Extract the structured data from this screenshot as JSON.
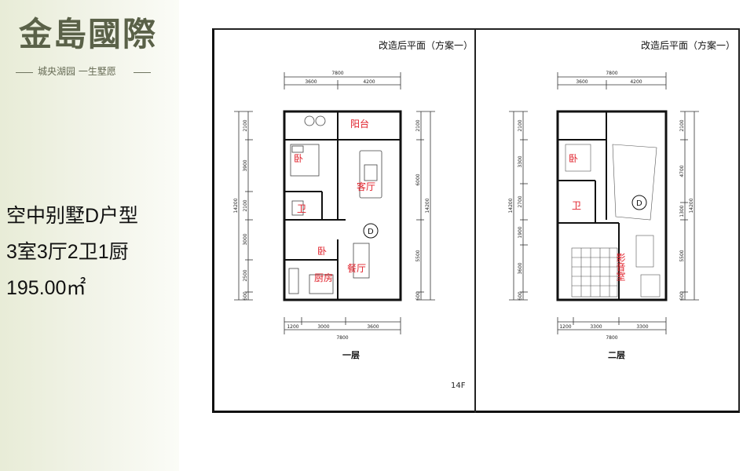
{
  "brand": {
    "logo_text": "金島國際",
    "slogan": "城央湖园 一生墅愿"
  },
  "unit": {
    "name": "空中别墅D户型",
    "layout": "3室3厅2卫1厨",
    "area": "195.00㎡"
  },
  "plans": [
    {
      "title": "改造后平面（方案一）",
      "floor": "一层",
      "top_dims": {
        "total": "7800",
        "parts": [
          "3600",
          "4200"
        ]
      },
      "bottom_dims": {
        "total": "7800",
        "parts": [
          "1200",
          "3000",
          "3600"
        ]
      },
      "left_dims": {
        "total": "14200",
        "parts": [
          "2100",
          "3900",
          "2100",
          "3000",
          "2500",
          "600"
        ]
      },
      "right_dims": {
        "total": "14200",
        "parts": [
          "2100",
          "6000",
          "5500",
          "600"
        ]
      },
      "rooms": [
        "阳台",
        "卧",
        "客厅",
        "卫",
        "卧",
        "厨房",
        "餐厅"
      ],
      "entry_symbol": "D",
      "code": "14F"
    },
    {
      "title": "改造后平面（方案一）",
      "floor": "二层",
      "top_dims": {
        "total": "7800",
        "parts": [
          "3600",
          "4200"
        ]
      },
      "bottom_dims": {
        "total": "7800",
        "parts": [
          "1200",
          "3300",
          "3300"
        ]
      },
      "left_dims": {
        "total": "14200",
        "parts": [
          "2100",
          "3300",
          "2700",
          "1900",
          "3600",
          "600"
        ]
      },
      "right_dims": {
        "total": "14200",
        "parts": [
          "2100",
          "4700",
          "1300",
          "5500",
          "600"
        ]
      },
      "rooms": [
        "卧",
        "卫",
        "影音室"
      ],
      "entry_symbol": "D"
    }
  ]
}
